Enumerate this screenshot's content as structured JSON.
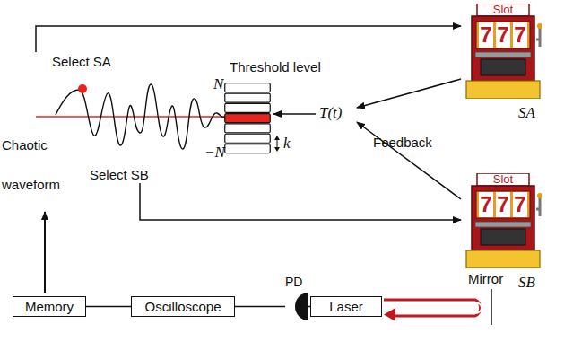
{
  "diagram": {
    "nodes": [
      {
        "text": [
          "Memory"
        ]
      },
      {
        "text": [
          "Oscilloscope"
        ]
      },
      {
        "text": [
          "PD"
        ]
      },
      {
        "text": [
          "Laser"
        ]
      },
      {
        "text": [
          "Threshold level"
        ]
      },
      {
        "text": [
          "Slot",
          "7",
          "7",
          "7",
          "SA"
        ]
      },
      {
        "text": [
          "Slot",
          "7",
          "7",
          "7",
          "SB"
        ]
      }
    ],
    "edges": [
      {
        "from": 0,
        "to": 1,
        "arrow": "none"
      },
      {
        "from": 1,
        "to": 2,
        "arrow": "none"
      },
      {
        "from": 2,
        "to": 3,
        "arrow": "none"
      }
    ],
    "labels": [
      "Select SA",
      "Select SB",
      "Chaotic waveform",
      "N",
      "−N",
      "k",
      "T(t)",
      "Feedback",
      "Mirror"
    ]
  }
}
